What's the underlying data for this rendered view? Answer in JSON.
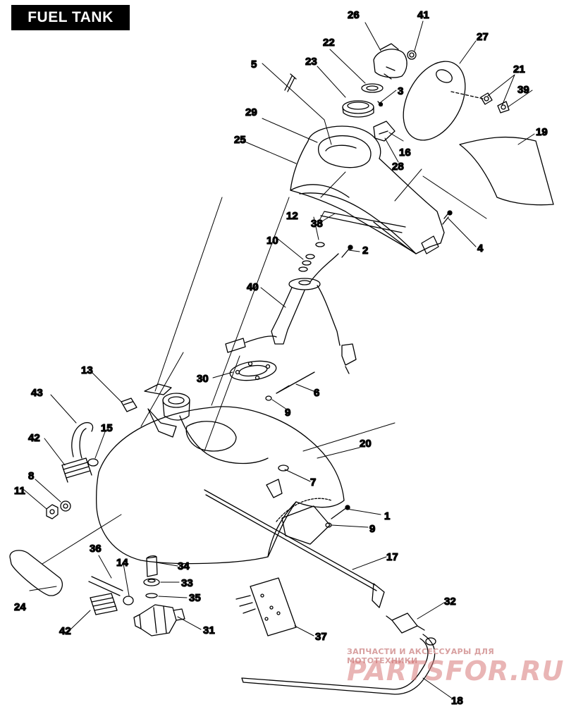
{
  "title": "FUEL TANK",
  "watermark": {
    "line1": "ЗАПЧАСТИ И АКСЕССУАРЫ ДЛЯ МОТОТЕХНИКИ",
    "line2": "PARTSFOR.RU"
  },
  "callouts": {
    "c1": "1",
    "c2": "2",
    "c3": "3",
    "c4": "4",
    "c5": "5",
    "c6": "6",
    "c7": "7",
    "c8": "8",
    "c9a": "9",
    "c9b": "9",
    "c10": "10",
    "c11": "11",
    "c12": "12",
    "c13": "13",
    "c14": "14",
    "c15": "15",
    "c16": "16",
    "c17": "17",
    "c18": "18",
    "c19": "19",
    "c20": "20",
    "c21": "21",
    "c22": "22",
    "c23": "23",
    "c24": "24",
    "c25": "25",
    "c26": "26",
    "c27": "27",
    "c28": "28",
    "c29": "29",
    "c30": "30",
    "c31": "31",
    "c32": "32",
    "c33": "33",
    "c34": "34",
    "c35": "35",
    "c36": "36",
    "c37": "37",
    "c38": "38",
    "c39": "39",
    "c40": "40",
    "c41": "41",
    "c42a": "42",
    "c42b": "42",
    "c43": "43"
  }
}
